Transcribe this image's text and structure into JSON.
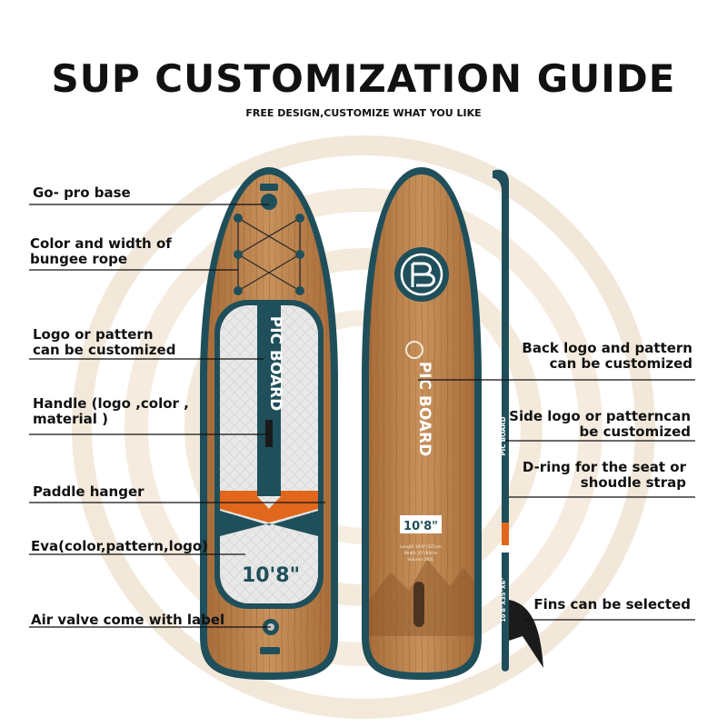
{
  "title": "SUP CUSTOMIZATION GUIDE",
  "subtitle": "FREE DESIGN,CUSTOMIZE WHAT YOU LIKE",
  "left_callouts": [
    {
      "line1": "Go- pro base",
      "line2": ""
    },
    {
      "line1": "Color and width of",
      "line2": "bungee rope"
    },
    {
      "line1": "Logo or pattern",
      "line2": "can be customized"
    },
    {
      "line1": "Handle (logo ,color ,",
      "line2": "material )"
    },
    {
      "line1": "Paddle hanger",
      "line2": ""
    },
    {
      "line1": "Eva(color,pattern,logo)",
      "line2": ""
    },
    {
      "line1": "Air valve come with label",
      "line2": ""
    }
  ],
  "right_callouts": [
    {
      "line1": "Back logo and pattern",
      "line2": "can be customized"
    },
    {
      "line1": "Side logo or patterncan",
      "line2": "be customized"
    },
    {
      "line1": "D-ring for the seat or",
      "line2": "shoudle strap"
    },
    {
      "line1": "Fins can  be selected",
      "line2": ""
    }
  ],
  "boards": {
    "brand": "PIC BOARD",
    "size_label": "10'8\"",
    "side_size_label": "10'8\"X35\"X6\"",
    "spec_line1": "Length 10'8\"/325cm",
    "spec_line2": "Width 35\"/89cm",
    "spec_line3": "Volume 285L"
  },
  "colors": {
    "teal": "#1f4f5a",
    "wood": "#b9804a",
    "orange": "#e0671b",
    "eva": "#e6e6e6"
  }
}
